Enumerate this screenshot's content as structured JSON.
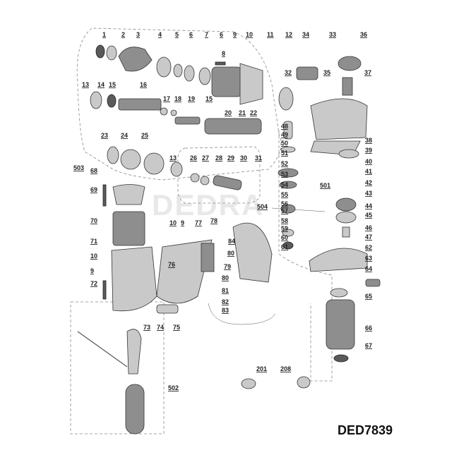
{
  "model_code": "DED7839",
  "watermark": "DEDRA",
  "part_labels": [
    {
      "id": "p1",
      "text": "1"
    },
    {
      "id": "p2",
      "text": "2"
    },
    {
      "id": "p3",
      "text": "3"
    },
    {
      "id": "p4",
      "text": "4"
    },
    {
      "id": "p5",
      "text": "5"
    },
    {
      "id": "p6a",
      "text": "6"
    },
    {
      "id": "p7",
      "text": "7"
    },
    {
      "id": "p6b",
      "text": "6"
    },
    {
      "id": "p9a",
      "text": "9"
    },
    {
      "id": "p10a",
      "text": "10"
    },
    {
      "id": "p11",
      "text": "11"
    },
    {
      "id": "p12",
      "text": "12"
    },
    {
      "id": "p34",
      "text": "34"
    },
    {
      "id": "p33",
      "text": "33"
    },
    {
      "id": "p36",
      "text": "36"
    },
    {
      "id": "p8",
      "text": "8"
    },
    {
      "id": "p32",
      "text": "32"
    },
    {
      "id": "p35",
      "text": "35"
    },
    {
      "id": "p37",
      "text": "37"
    },
    {
      "id": "p13a",
      "text": "13"
    },
    {
      "id": "p14",
      "text": "14"
    },
    {
      "id": "p15a",
      "text": "15"
    },
    {
      "id": "p16",
      "text": "16"
    },
    {
      "id": "p17",
      "text": "17"
    },
    {
      "id": "p18",
      "text": "18"
    },
    {
      "id": "p19",
      "text": "19"
    },
    {
      "id": "p15b",
      "text": "15"
    },
    {
      "id": "p20",
      "text": "20"
    },
    {
      "id": "p21",
      "text": "21"
    },
    {
      "id": "p22",
      "text": "22"
    },
    {
      "id": "p48",
      "text": "48"
    },
    {
      "id": "p49",
      "text": "49"
    },
    {
      "id": "p50",
      "text": "50"
    },
    {
      "id": "p51",
      "text": "51"
    },
    {
      "id": "p52",
      "text": "52"
    },
    {
      "id": "p53",
      "text": "53"
    },
    {
      "id": "p54",
      "text": "54"
    },
    {
      "id": "p55",
      "text": "55"
    },
    {
      "id": "p56",
      "text": "56"
    },
    {
      "id": "p57",
      "text": "57"
    },
    {
      "id": "p58",
      "text": "58"
    },
    {
      "id": "p59",
      "text": "59"
    },
    {
      "id": "p60",
      "text": "60"
    },
    {
      "id": "p61",
      "text": "61"
    },
    {
      "id": "p501",
      "text": "501"
    },
    {
      "id": "p23",
      "text": "23"
    },
    {
      "id": "p24",
      "text": "24"
    },
    {
      "id": "p25",
      "text": "25"
    },
    {
      "id": "p13b",
      "text": "13"
    },
    {
      "id": "p26",
      "text": "26"
    },
    {
      "id": "p27",
      "text": "27"
    },
    {
      "id": "p28",
      "text": "28"
    },
    {
      "id": "p29",
      "text": "29"
    },
    {
      "id": "p30",
      "text": "30"
    },
    {
      "id": "p31",
      "text": "31"
    },
    {
      "id": "p503",
      "text": "503"
    },
    {
      "id": "p68",
      "text": "68"
    },
    {
      "id": "p69",
      "text": "69"
    },
    {
      "id": "p504",
      "text": "504"
    },
    {
      "id": "p38",
      "text": "38"
    },
    {
      "id": "p39",
      "text": "39"
    },
    {
      "id": "p40",
      "text": "40"
    },
    {
      "id": "p41",
      "text": "41"
    },
    {
      "id": "p42",
      "text": "42"
    },
    {
      "id": "p43",
      "text": "43"
    },
    {
      "id": "p44",
      "text": "44"
    },
    {
      "id": "p45",
      "text": "45"
    },
    {
      "id": "p46",
      "text": "46"
    },
    {
      "id": "p47",
      "text": "47"
    },
    {
      "id": "p62",
      "text": "62"
    },
    {
      "id": "p63",
      "text": "63"
    },
    {
      "id": "p64",
      "text": "64"
    },
    {
      "id": "p65",
      "text": "65"
    },
    {
      "id": "p66",
      "text": "66"
    },
    {
      "id": "p67",
      "text": "67"
    },
    {
      "id": "p70",
      "text": "70"
    },
    {
      "id": "p10b",
      "text": "10"
    },
    {
      "id": "p9b",
      "text": "9"
    },
    {
      "id": "p77",
      "text": "77"
    },
    {
      "id": "p78",
      "text": "78"
    },
    {
      "id": "p71",
      "text": "71"
    },
    {
      "id": "p84",
      "text": "84"
    },
    {
      "id": "p80a",
      "text": "80"
    },
    {
      "id": "p10c",
      "text": "10"
    },
    {
      "id": "p76",
      "text": "76"
    },
    {
      "id": "p79",
      "text": "79"
    },
    {
      "id": "p80b",
      "text": "80"
    },
    {
      "id": "p9c",
      "text": "9"
    },
    {
      "id": "p72",
      "text": "72"
    },
    {
      "id": "p81",
      "text": "81"
    },
    {
      "id": "p82",
      "text": "82"
    },
    {
      "id": "p83",
      "text": "83"
    },
    {
      "id": "p73",
      "text": "73"
    },
    {
      "id": "p74",
      "text": "74"
    },
    {
      "id": "p75",
      "text": "75"
    },
    {
      "id": "p502",
      "text": "502"
    },
    {
      "id": "p201",
      "text": "201"
    },
    {
      "id": "p208",
      "text": "208"
    }
  ]
}
